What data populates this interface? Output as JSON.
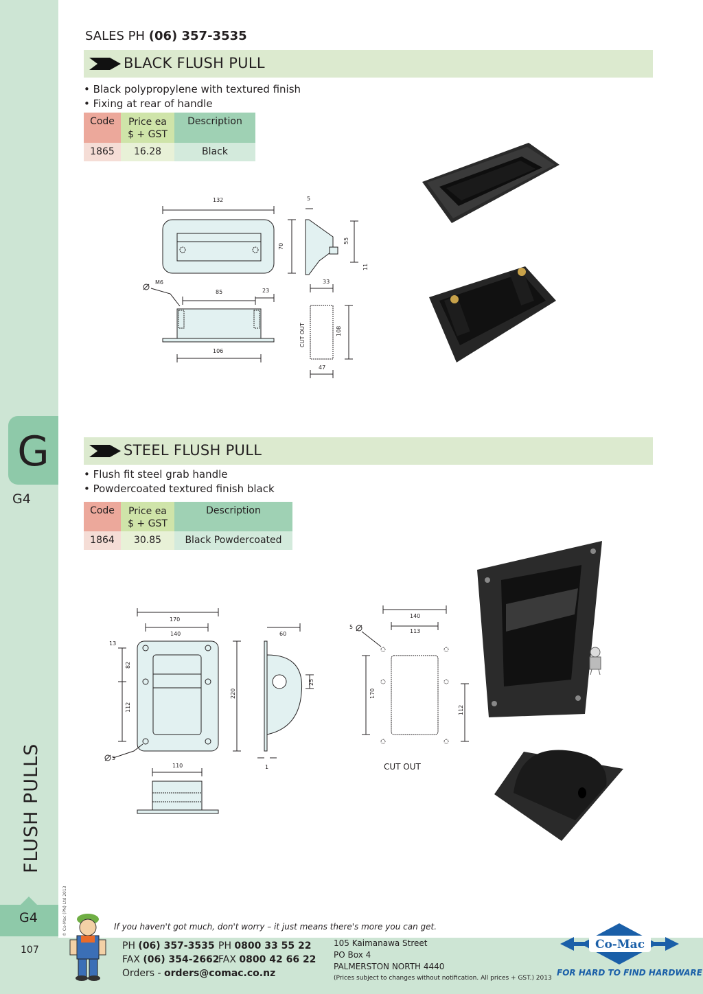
{
  "header": {
    "sales_prefix": "SALES  PH ",
    "sales_phone": "(06) 357-3535"
  },
  "sidebar": {
    "tab_letter": "G",
    "section_code": "G4",
    "vertical_label": "FLUSH PULLS",
    "copyright": "© Co-Mac (PN) Ltd 2013",
    "page_number": "107"
  },
  "products": [
    {
      "title": "BLACK FLUSH PULL",
      "bullets": [
        "• Black polypropylene with textured finish",
        "• Fixing at rear of handle"
      ],
      "table": {
        "headers": [
          "Code",
          "Price ea",
          "$ + GST",
          "Description"
        ],
        "row": [
          "1865",
          "16.28",
          "Black"
        ]
      },
      "dimensions": [
        "132",
        "5",
        "70",
        "55",
        "11",
        "33",
        "M6",
        "85",
        "23",
        "106",
        "CUT OUT",
        "108",
        "47"
      ]
    },
    {
      "title": "STEEL FLUSH PULL",
      "bullets": [
        "• Flush fit steel grab handle",
        "• Powdercoated textured finish black"
      ],
      "table": {
        "headers": [
          "Code",
          "Price ea",
          "$ + GST",
          "Description"
        ],
        "row": [
          "1864",
          "30.85",
          "Black Powdercoated"
        ]
      },
      "dimensions": [
        "170",
        "140",
        "13",
        "82",
        "112",
        "220",
        "5",
        "110",
        "60",
        "25",
        "1",
        "140",
        "113",
        "5",
        "170",
        "112"
      ],
      "cut_out_label": "CUT OUT"
    }
  ],
  "footer": {
    "slogan": "If you haven't got much, don't worry – it just means there's more you can get.",
    "ph_label": "PH ",
    "ph": "(06) 357-3535",
    "fax_label": "FAX ",
    "fax": "(06) 354-2662",
    "ph2_label": "PH ",
    "ph2": "0800 33 55 22",
    "fax2_label": "FAX ",
    "fax2": "0800 42 66 22",
    "orders_label": "Orders - ",
    "orders": "orders@comac.co.nz",
    "address": [
      "105 Kaimanawa Street",
      "PO Box 4",
      "PALMERSTON NORTH 4440"
    ],
    "disclaimer": "(Prices subject to changes without notification.  All prices + GST.)  2013",
    "logo_text": "Co-Mac",
    "tagline": "FOR HARD TO FIND HARDWARE"
  },
  "colors": {
    "banner": "#dceacf",
    "sidebar": "#cde5d4",
    "tab": "#8ec9a9",
    "code_header": "#eca89b",
    "price_header": "#cfe4a9",
    "desc_header": "#9fd1b4",
    "logo_blue": "#1a5fa8"
  }
}
